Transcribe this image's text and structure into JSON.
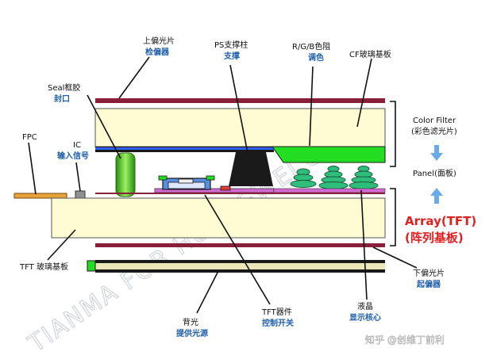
{
  "colors": {
    "polarizer": "#8a1f3a",
    "glass": "#fffbd2",
    "glass_stroke": "#555555",
    "color_filter": "#22dd22",
    "liquid_crystal": "#2ebd7a",
    "spacer": "#1a1a1a",
    "seal": "#44cc22",
    "fpc": "#e8a23a",
    "tft_layer": "#d36ad3",
    "arrow": "#6aaae8",
    "red_text": "#e02020",
    "blue_text": "#1f5fa8"
  },
  "labels": {
    "upper_polarizer": "上偏光片",
    "upper_polarizer_sub": "检偏器",
    "ps_spacer": "PS支撑柱",
    "ps_spacer_sub": "支撑",
    "rgb_resist": "R/G/B色阻",
    "rgb_resist_sub": "调色",
    "cf_glass": "CF玻璃基板",
    "seal": "Seal框胶",
    "seal_sub": "封口",
    "fpc": "FPC",
    "ic": "IC",
    "ic_sub": "输入信号",
    "color_filter": "Color Filter",
    "color_filter_sub": "(彩色滤光片)",
    "panel": "Panel(面板)",
    "array": "Array(TFT)",
    "array_sub": "(阵列基板)",
    "tft_glass": "TFT 玻璃基板",
    "lower_polarizer": "下偏光片",
    "lower_polarizer_sub": "起偏器",
    "backlight": "背光",
    "backlight_sub": "提供光源",
    "tft_device": "TFT器件",
    "tft_device_sub": "控制开关",
    "liquid_crystal": "液晶",
    "liquid_crystal_sub": "显示核心"
  },
  "watermark": "TIANMA FOR HUANGWEI ONLY",
  "credit": "知乎 @创维丁前利"
}
